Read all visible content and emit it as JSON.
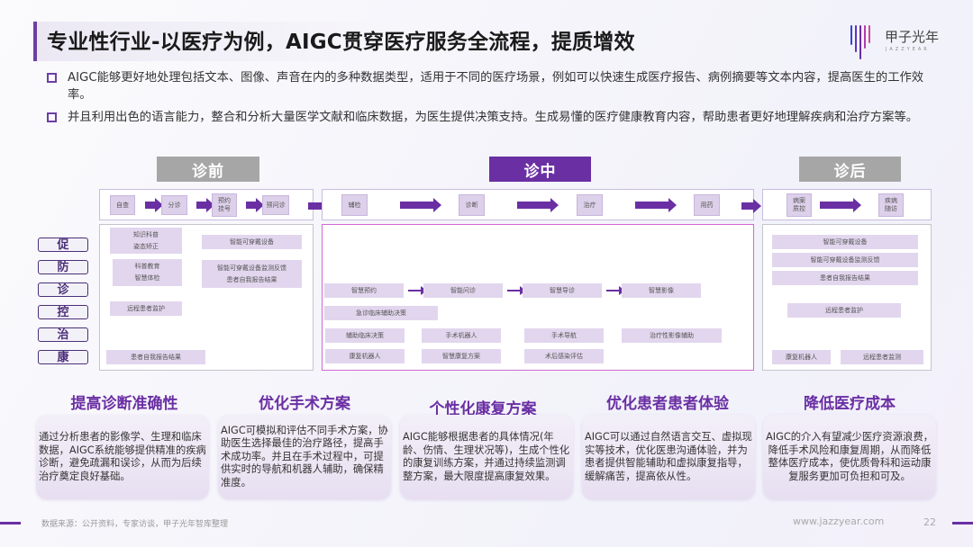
{
  "header": {
    "title": "专业性行业-以医疗为例，AIGC贯穿医疗服务全流程，提质增效",
    "logo": {
      "name": "甲子光年",
      "subtitle": "JAZZYEAR",
      "bar_colors": [
        "#3b3fd8",
        "#6a2fa3",
        "#b33ea6",
        "#d04a9a"
      ]
    }
  },
  "bullets": [
    {
      "text": "AIGC能够更好地处理包括文本、图像、声音在内的多种数据类型，适用于不同的医疗场景，例如可以快速生成医疗报告、病例摘要等文本内容，提高医生的工作效率。"
    },
    {
      "text": "并且利用出色的语言能力，整合和分析大量医学文献和临床数据，为医生提供决策支持。生成易懂的医疗健康教育内容，帮助患者更好地理解疾病和治疗方案等。"
    }
  ],
  "phases": [
    {
      "label": "诊前",
      "style": "grey",
      "steps": [
        "自查",
        "分诊",
        "预约挂号",
        "预问诊"
      ],
      "chips": [
        "知识科普\n姿态矫正",
        "智能可穿戴设备",
        "科普教育\n智慧体检",
        "智能可穿戴设备监测反馈\n患者自我报告结果",
        "远程患者监护",
        "患者自我报告结果"
      ]
    },
    {
      "label": "诊中",
      "style": "purple",
      "steps": [
        "辅检",
        "诊断",
        "治疗",
        "用药"
      ],
      "chips": [
        "智慧预约",
        "智能问诊",
        "智慧导诊",
        "智慧影像",
        "急诊临床辅助决策",
        "辅助临床决策",
        "手术机器人",
        "手术导航",
        "治疗性影像辅助",
        "康复机器人",
        "智慧康复方案",
        "术后感染评估"
      ]
    },
    {
      "label": "诊后",
      "style": "grey",
      "steps": [
        "病案质控",
        "疾病随访"
      ],
      "chips": [
        "智能可穿戴设备",
        "智能可穿戴设备监测反馈",
        "患者自我报告结果",
        "远程患者监护",
        "康复机器人",
        "远程患者监测"
      ]
    }
  ],
  "side_labels": [
    "促",
    "防",
    "诊",
    "控",
    "治",
    "康"
  ],
  "cards": [
    {
      "title": "提高诊断准确性",
      "text": "通过分析患者的影像学、生理和临床数据，AIGC系统能够提供精准的疾病诊断，避免疏漏和误诊，从而为后续治疗奠定良好基础。"
    },
    {
      "title": "优化手术方案",
      "text": "AIGC可模拟和评估不同手术方案，协助医生选择最佳的治疗路径，提高手术成功率。并且在手术过程中，可提供实时的导航和机器人辅助，确保精准度。"
    },
    {
      "title": "个性化康复方案",
      "text": "AIGC能够根据患者的具体情况(年龄、伤情、生理状况等)，生成个性化的康复训练方案，并通过持续监测调整方案，最大限度提高康复效果。"
    },
    {
      "title": "优化患者患者体验",
      "text": "AIGC可以通过自然语言交互、虚拟现实等技术，优化医患沟通体验，并为患者提供智能辅助和虚拟康复指导，缓解痛苦，提高依从性。"
    },
    {
      "title": "降低医疗成本",
      "text": "AIGC的介入有望减少医疗资源浪费，降低手术风险和康复周期，从而降低整体医疗成本，使优质骨科和运动康复服务更加可负担和可及。"
    }
  ],
  "footer": {
    "source": "数据来源：公开资料，专家访谈，甲子光年智库整理",
    "url": "www.jazzyear.com",
    "page": "22"
  },
  "colors": {
    "accent": "#6a2fa3",
    "grey_header": "#a6a6a6",
    "chip": "#e2d6ee",
    "pink_border": "#d16ad1"
  }
}
